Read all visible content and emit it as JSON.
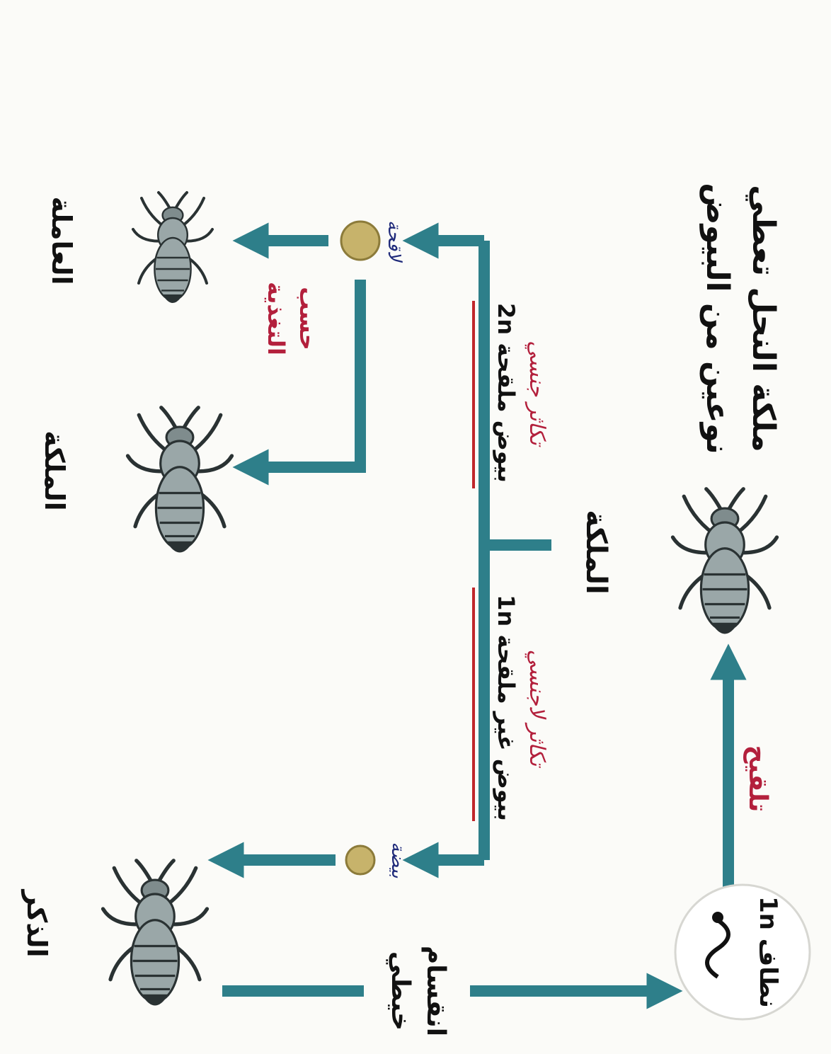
{
  "colors": {
    "arrow": "#2e7f8a",
    "red_marker": "#c0262b",
    "ink_blue": "#1f2a7a",
    "ink_red": "#b3203c",
    "text": "#111111",
    "egg": "#c7b36b",
    "bee_body": "#9aa7a8",
    "bee_dark": "#2a3233"
  },
  "diagram": {
    "intro_line1": "ملكة النحل تعطي",
    "intro_line2": "نوعين من البيوض",
    "queen_top_label": "الملكة",
    "fertilization_label": "تلقيح",
    "sperm_label": "نطاف 1n",
    "fertilized_eggs_label": "بيوض ملقحة 2n",
    "fertilized_note": "تكاثر جنسي",
    "unfertilized_eggs_label": "بيوض غير ملقحة 1n",
    "unfertilized_note": "تكاثر لاجنسي",
    "fertilized_egg_note": "لاقحة",
    "unfertilized_egg_note": "بيضة",
    "nutrition_line1": "حسب",
    "nutrition_line2": "التغذية",
    "worker_label": "العاملة",
    "queen_bottom_label": "الملكة",
    "male_label": "الذكر",
    "division_line1": "انقسام",
    "division_line2": "خيطي"
  }
}
